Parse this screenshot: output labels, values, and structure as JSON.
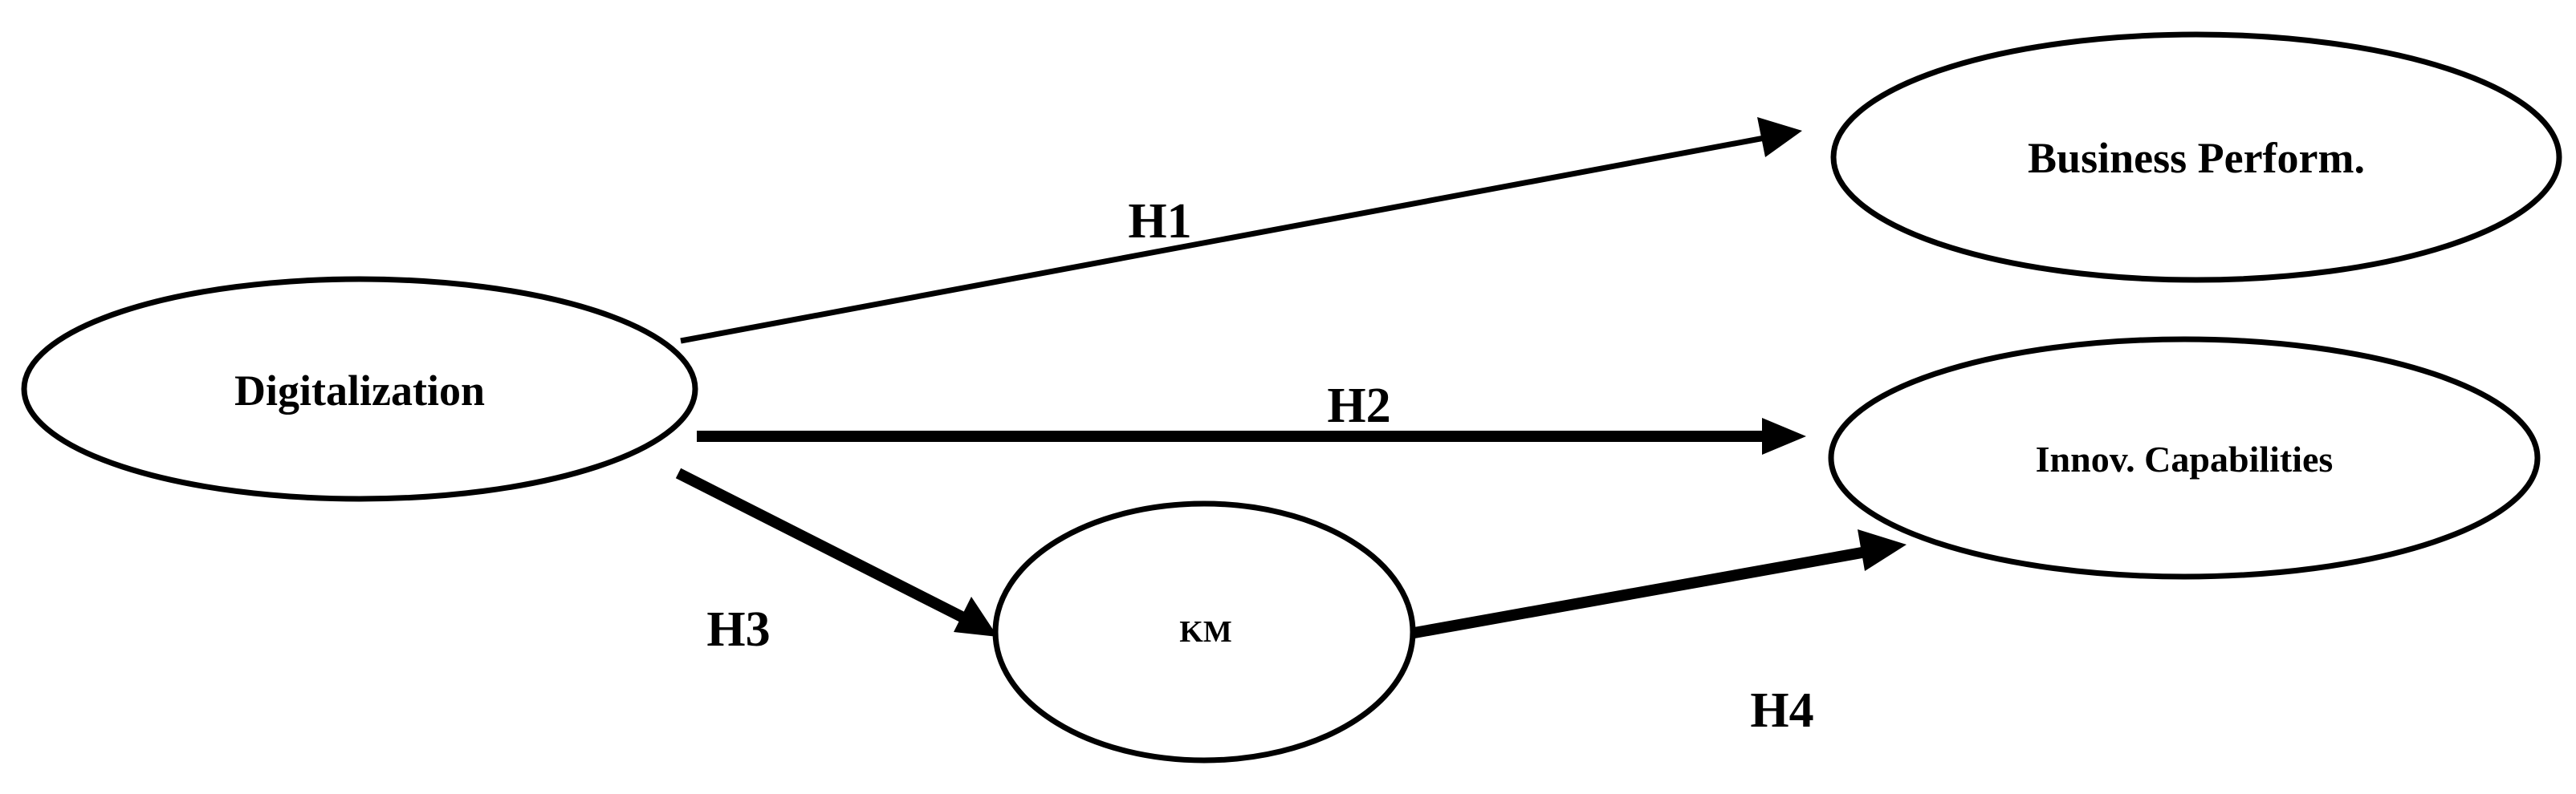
{
  "nodes": {
    "digitalization": "Digitalization",
    "business_performance": "Business Perform.",
    "innovation_capabilities": "Innov. Capabilities",
    "km": "KM"
  },
  "edges": [
    {
      "label": "H1",
      "from": "Digitalization",
      "to": "Business Perform."
    },
    {
      "label": "H2",
      "from": "Digitalization",
      "to": "Innov. Capabilities"
    },
    {
      "label": "H3",
      "from": "Digitalization",
      "to": "KM"
    },
    {
      "label": "H4",
      "from": "KM",
      "to": "Innov. Capabilities"
    }
  ],
  "colors": {
    "stroke": "#000000",
    "background": "#ffffff"
  }
}
